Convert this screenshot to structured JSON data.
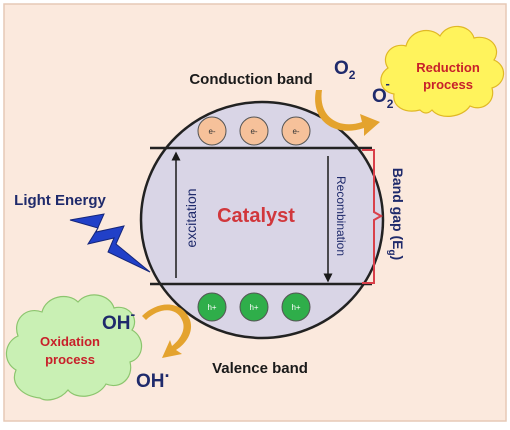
{
  "diagram": {
    "catalyst_label": "Catalyst",
    "conduction_band_label": "Conduction band",
    "valence_band_label": "Valence band",
    "excitation_label": "excitation",
    "recombination_label": "Recombination",
    "band_gap_label": "Band gap (E",
    "band_gap_sub": "g",
    "band_gap_close": ")",
    "light_energy_label": "Light Energy",
    "electron_label": "e-",
    "hole_label": "h+",
    "electron_count": 3,
    "hole_count": 3,
    "o2_base": "O",
    "o2_sub": "2",
    "superoxide_base": "O",
    "superoxide_sub": "2",
    "superoxide_sup": "-",
    "hydroxide_base": "OH",
    "hydroxide_sup": "-",
    "hydroxyl_radical_base": "OH",
    "hydroxyl_radical_sup": ".",
    "reduction_line1": "Reduction",
    "reduction_line2": "process",
    "oxidation_line1": "Oxidation",
    "oxidation_line2": "process"
  },
  "colors": {
    "background": "#fbe9dd",
    "circle_fill": "#d9d5e6",
    "catalyst_text": "#d1373c",
    "navy_text": "#1f2a6b",
    "dark_text": "#1a1a1a",
    "electron_fill": "#f6c19a",
    "hole_fill": "#2fae4a",
    "band_gap_brace": "#d9404a",
    "bolt_fill": "#2140c8",
    "reduction_cloud": "#fff35c",
    "oxidation_cloud": "#c9f0b4",
    "cloud_text_red": "#c8202a",
    "arrow_fill": "#e4a32e"
  }
}
